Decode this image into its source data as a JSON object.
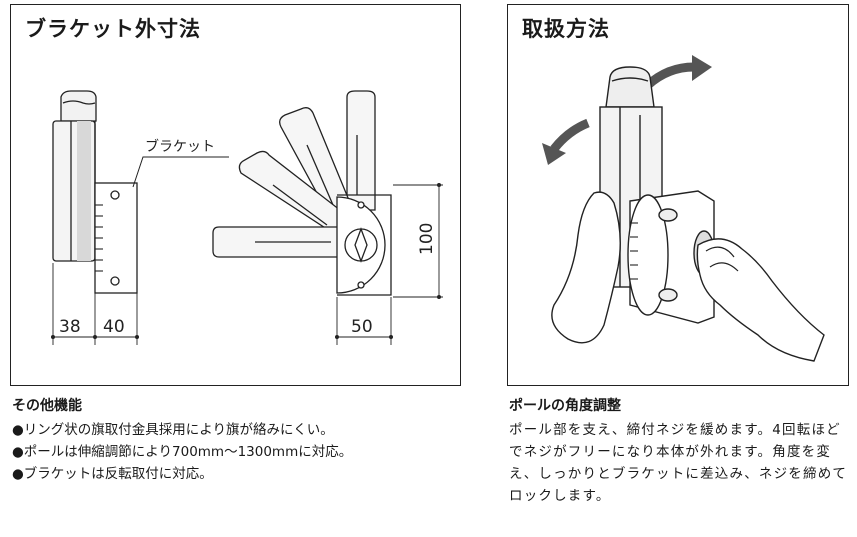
{
  "left_panel": {
    "title": "ブラケット外寸法",
    "bracket_label": "ブラケット",
    "dims": {
      "w1": "38",
      "w2": "40",
      "w3": "50",
      "h1": "100"
    }
  },
  "right_panel": {
    "title": "取扱方法"
  },
  "features": {
    "heading": "その他機能",
    "items": [
      "リング状の旗取付金具採用により旗が絡みにくい。",
      "ポールは伸縮調節により700mm〜1300mmに対応。",
      "ブラケットは反転取付に対応。"
    ]
  },
  "angle_adjust": {
    "heading": "ポールの角度調整",
    "body": "ポール部を支え、締付ネジを緩めます。4回転ほどでネジがフリーになり本体が外れます。角度を変え、しっかりとブラケットに差込み、ネジを締めてロックします。"
  }
}
